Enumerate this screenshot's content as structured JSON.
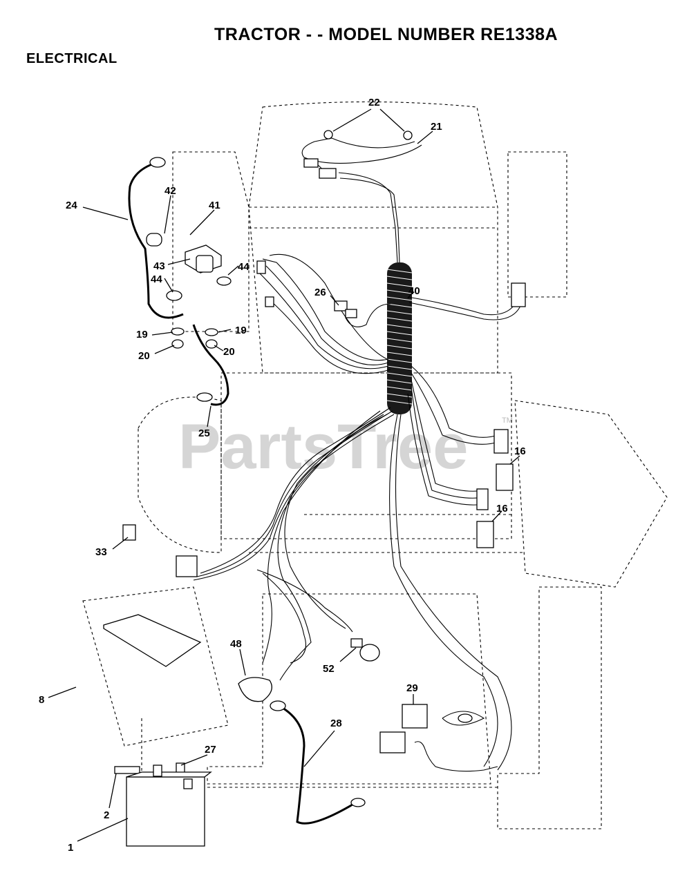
{
  "title": "TRACTOR - - MODEL NUMBER RE1338A",
  "subtitle": "ELECTRICAL",
  "watermark": "PartsTree",
  "trademark": "TM",
  "callouts": {
    "c1": "1",
    "c2": "2",
    "c8": "8",
    "c16a": "16",
    "c16b": "16",
    "c19a": "19",
    "c19b": "19",
    "c20a": "20",
    "c20b": "20",
    "c21": "21",
    "c22": "22",
    "c24": "24",
    "c25": "25",
    "c26": "26",
    "c27": "27",
    "c28": "28",
    "c29": "29",
    "c33": "33",
    "c40": "40",
    "c41": "41",
    "c42": "42",
    "c43": "43",
    "c44a": "44",
    "c44b": "44",
    "c48": "48",
    "c52": "52"
  }
}
